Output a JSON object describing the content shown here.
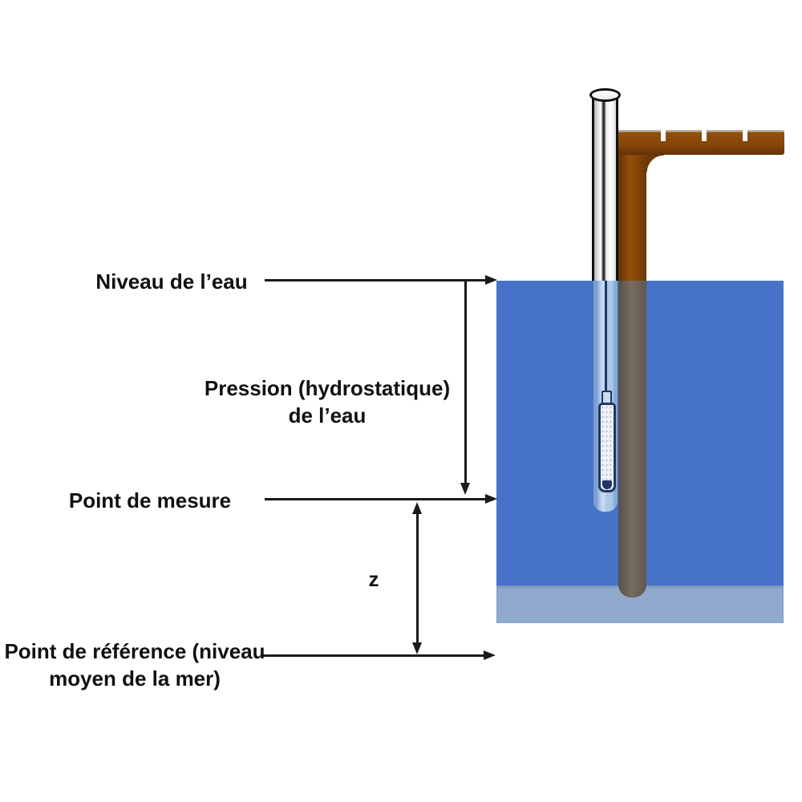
{
  "labels": {
    "water_level": "Niveau de l’eau",
    "pressure": {
      "line1": "Pression (hydrostatique)",
      "line2": "de l’eau"
    },
    "measure_point": "Point de mesure",
    "depth_z": "z",
    "reference": {
      "line1": "Point de référence (niveau",
      "line2": "moyen de la mer)"
    }
  },
  "colors": {
    "water": "#4673c8",
    "seabed": "#8fa9cd",
    "pier_wood": "#8a4a0a",
    "pier_wood_dark": "#6d3a06",
    "post_underwater": "#6e6561",
    "tube_underwater": "#a9c7e8",
    "sensor_outline": "#1f3864",
    "arrow": "#1a1a1a",
    "text": "#111111"
  }
}
